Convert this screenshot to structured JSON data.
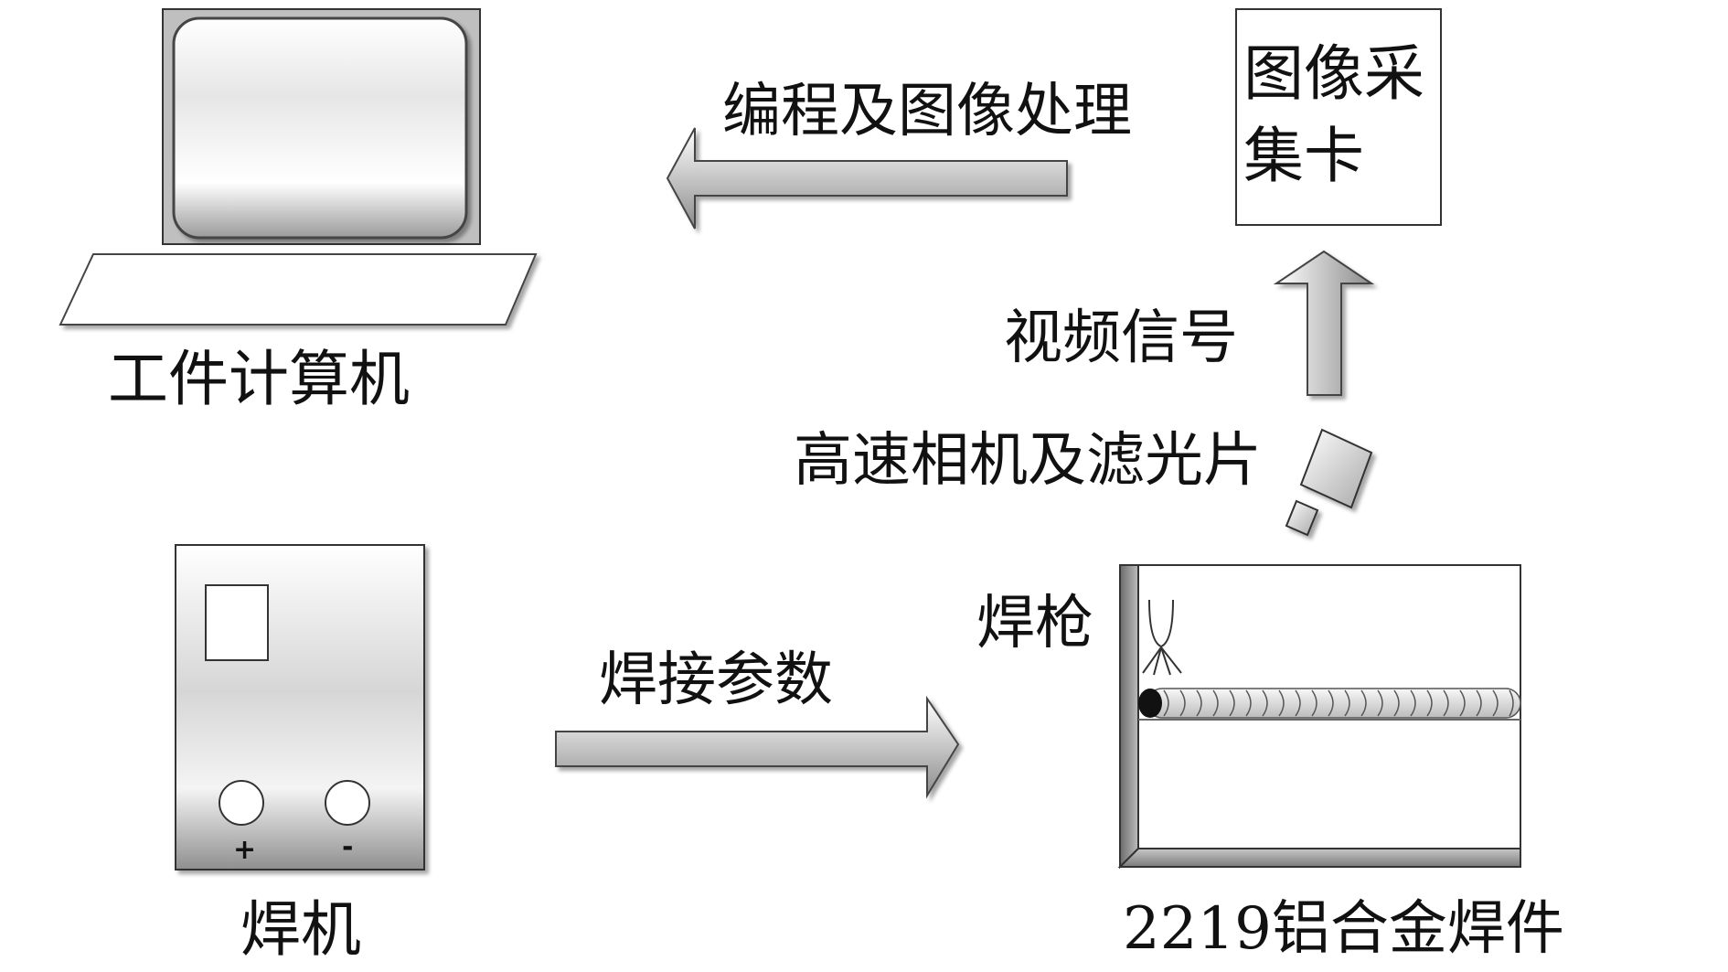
{
  "labels": {
    "computer": "工件计算机",
    "welder": "焊机",
    "workpiece": "2219铝合金焊件",
    "torch": "焊枪",
    "camera": "高速相机及滤光片",
    "video_signal": "视频信号",
    "processing": "编程及图像处理",
    "capture_card_line1": "图像采",
    "capture_card_line2": "集卡",
    "weld_params": "焊接参数",
    "plus": "+",
    "minus": "-"
  },
  "icons": {
    "computer": "computer-icon",
    "welder": "welding-machine-icon",
    "workpiece": "workpiece-plate-icon",
    "torch": "welding-torch-icon",
    "camera": "camera-icon",
    "arrow_right": "arrow-right-icon",
    "arrow_left": "arrow-left-icon",
    "arrow_up": "arrow-up-icon"
  },
  "colors": {
    "stroke": "#333333",
    "shade_dark": "#8f8f8f",
    "shade_light": "#ffffff",
    "text": "#111111"
  }
}
